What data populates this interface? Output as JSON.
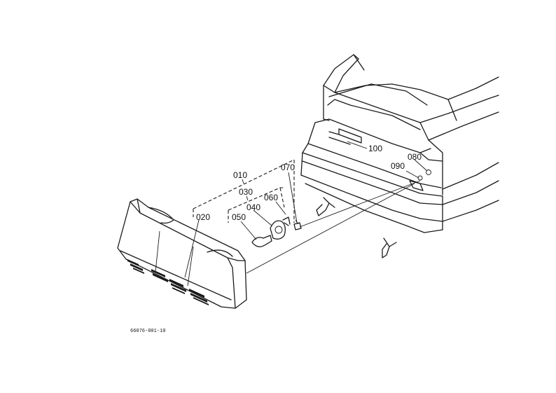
{
  "diagram": {
    "reference_code": "66076-001-10",
    "callouts": [
      {
        "id": "c010",
        "label": "010"
      },
      {
        "id": "c020",
        "label": "020"
      },
      {
        "id": "c030",
        "label": "030"
      },
      {
        "id": "c040",
        "label": "040"
      },
      {
        "id": "c050",
        "label": "050"
      },
      {
        "id": "c060",
        "label": "060"
      },
      {
        "id": "c070",
        "label": "070"
      },
      {
        "id": "c080",
        "label": "080"
      },
      {
        "id": "c090",
        "label": "090"
      },
      {
        "id": "c100",
        "label": "100"
      }
    ]
  }
}
